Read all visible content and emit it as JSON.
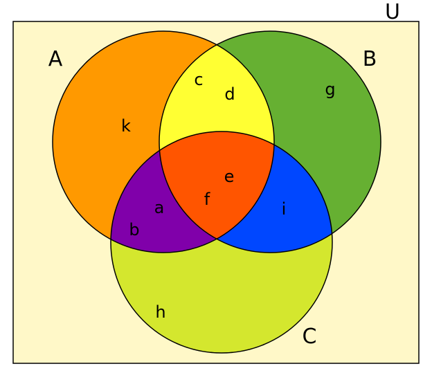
{
  "diagram": {
    "universe_label": "U",
    "colors": {
      "universe": "#fff8c8",
      "a_only": "#ff9900",
      "b_only": "#66b032",
      "c_only": "#d4e72e",
      "ab_only": "#ffff33",
      "bc_only": "#0047ff",
      "ac_only": "#8000aa",
      "abc": "#ff5500",
      "stroke": "#000000"
    },
    "sets": [
      {
        "id": "A",
        "label": "A"
      },
      {
        "id": "B",
        "label": "B"
      },
      {
        "id": "C",
        "label": "C"
      }
    ],
    "regions": [
      {
        "id": "a",
        "label": "a"
      },
      {
        "id": "b",
        "label": "b"
      },
      {
        "id": "c",
        "label": "c"
      },
      {
        "id": "d",
        "label": "d"
      },
      {
        "id": "e",
        "label": "e"
      },
      {
        "id": "f",
        "label": "f"
      },
      {
        "id": "g",
        "label": "g"
      },
      {
        "id": "h",
        "label": "h"
      },
      {
        "id": "i",
        "label": "i"
      },
      {
        "id": "k",
        "label": "k"
      }
    ]
  }
}
